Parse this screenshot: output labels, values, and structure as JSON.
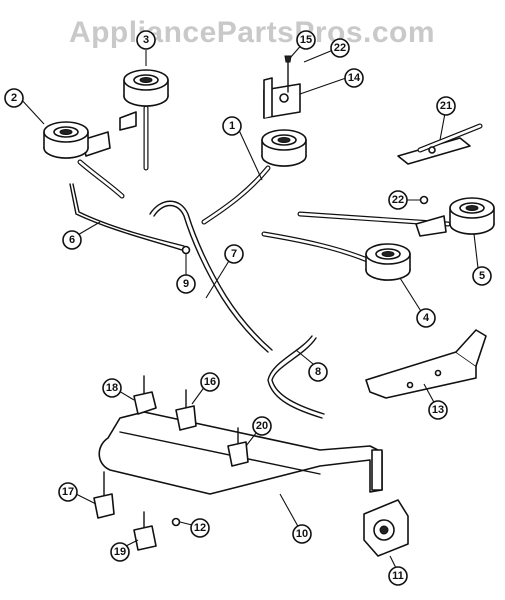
{
  "watermark": "AppliancePartsPros.com",
  "callouts": [
    "1",
    "2",
    "3",
    "4",
    "5",
    "6",
    "7",
    "8",
    "9",
    "10",
    "11",
    "12",
    "13",
    "14",
    "15",
    "16",
    "17",
    "18",
    "19",
    "20",
    "21",
    "22",
    "22"
  ]
}
